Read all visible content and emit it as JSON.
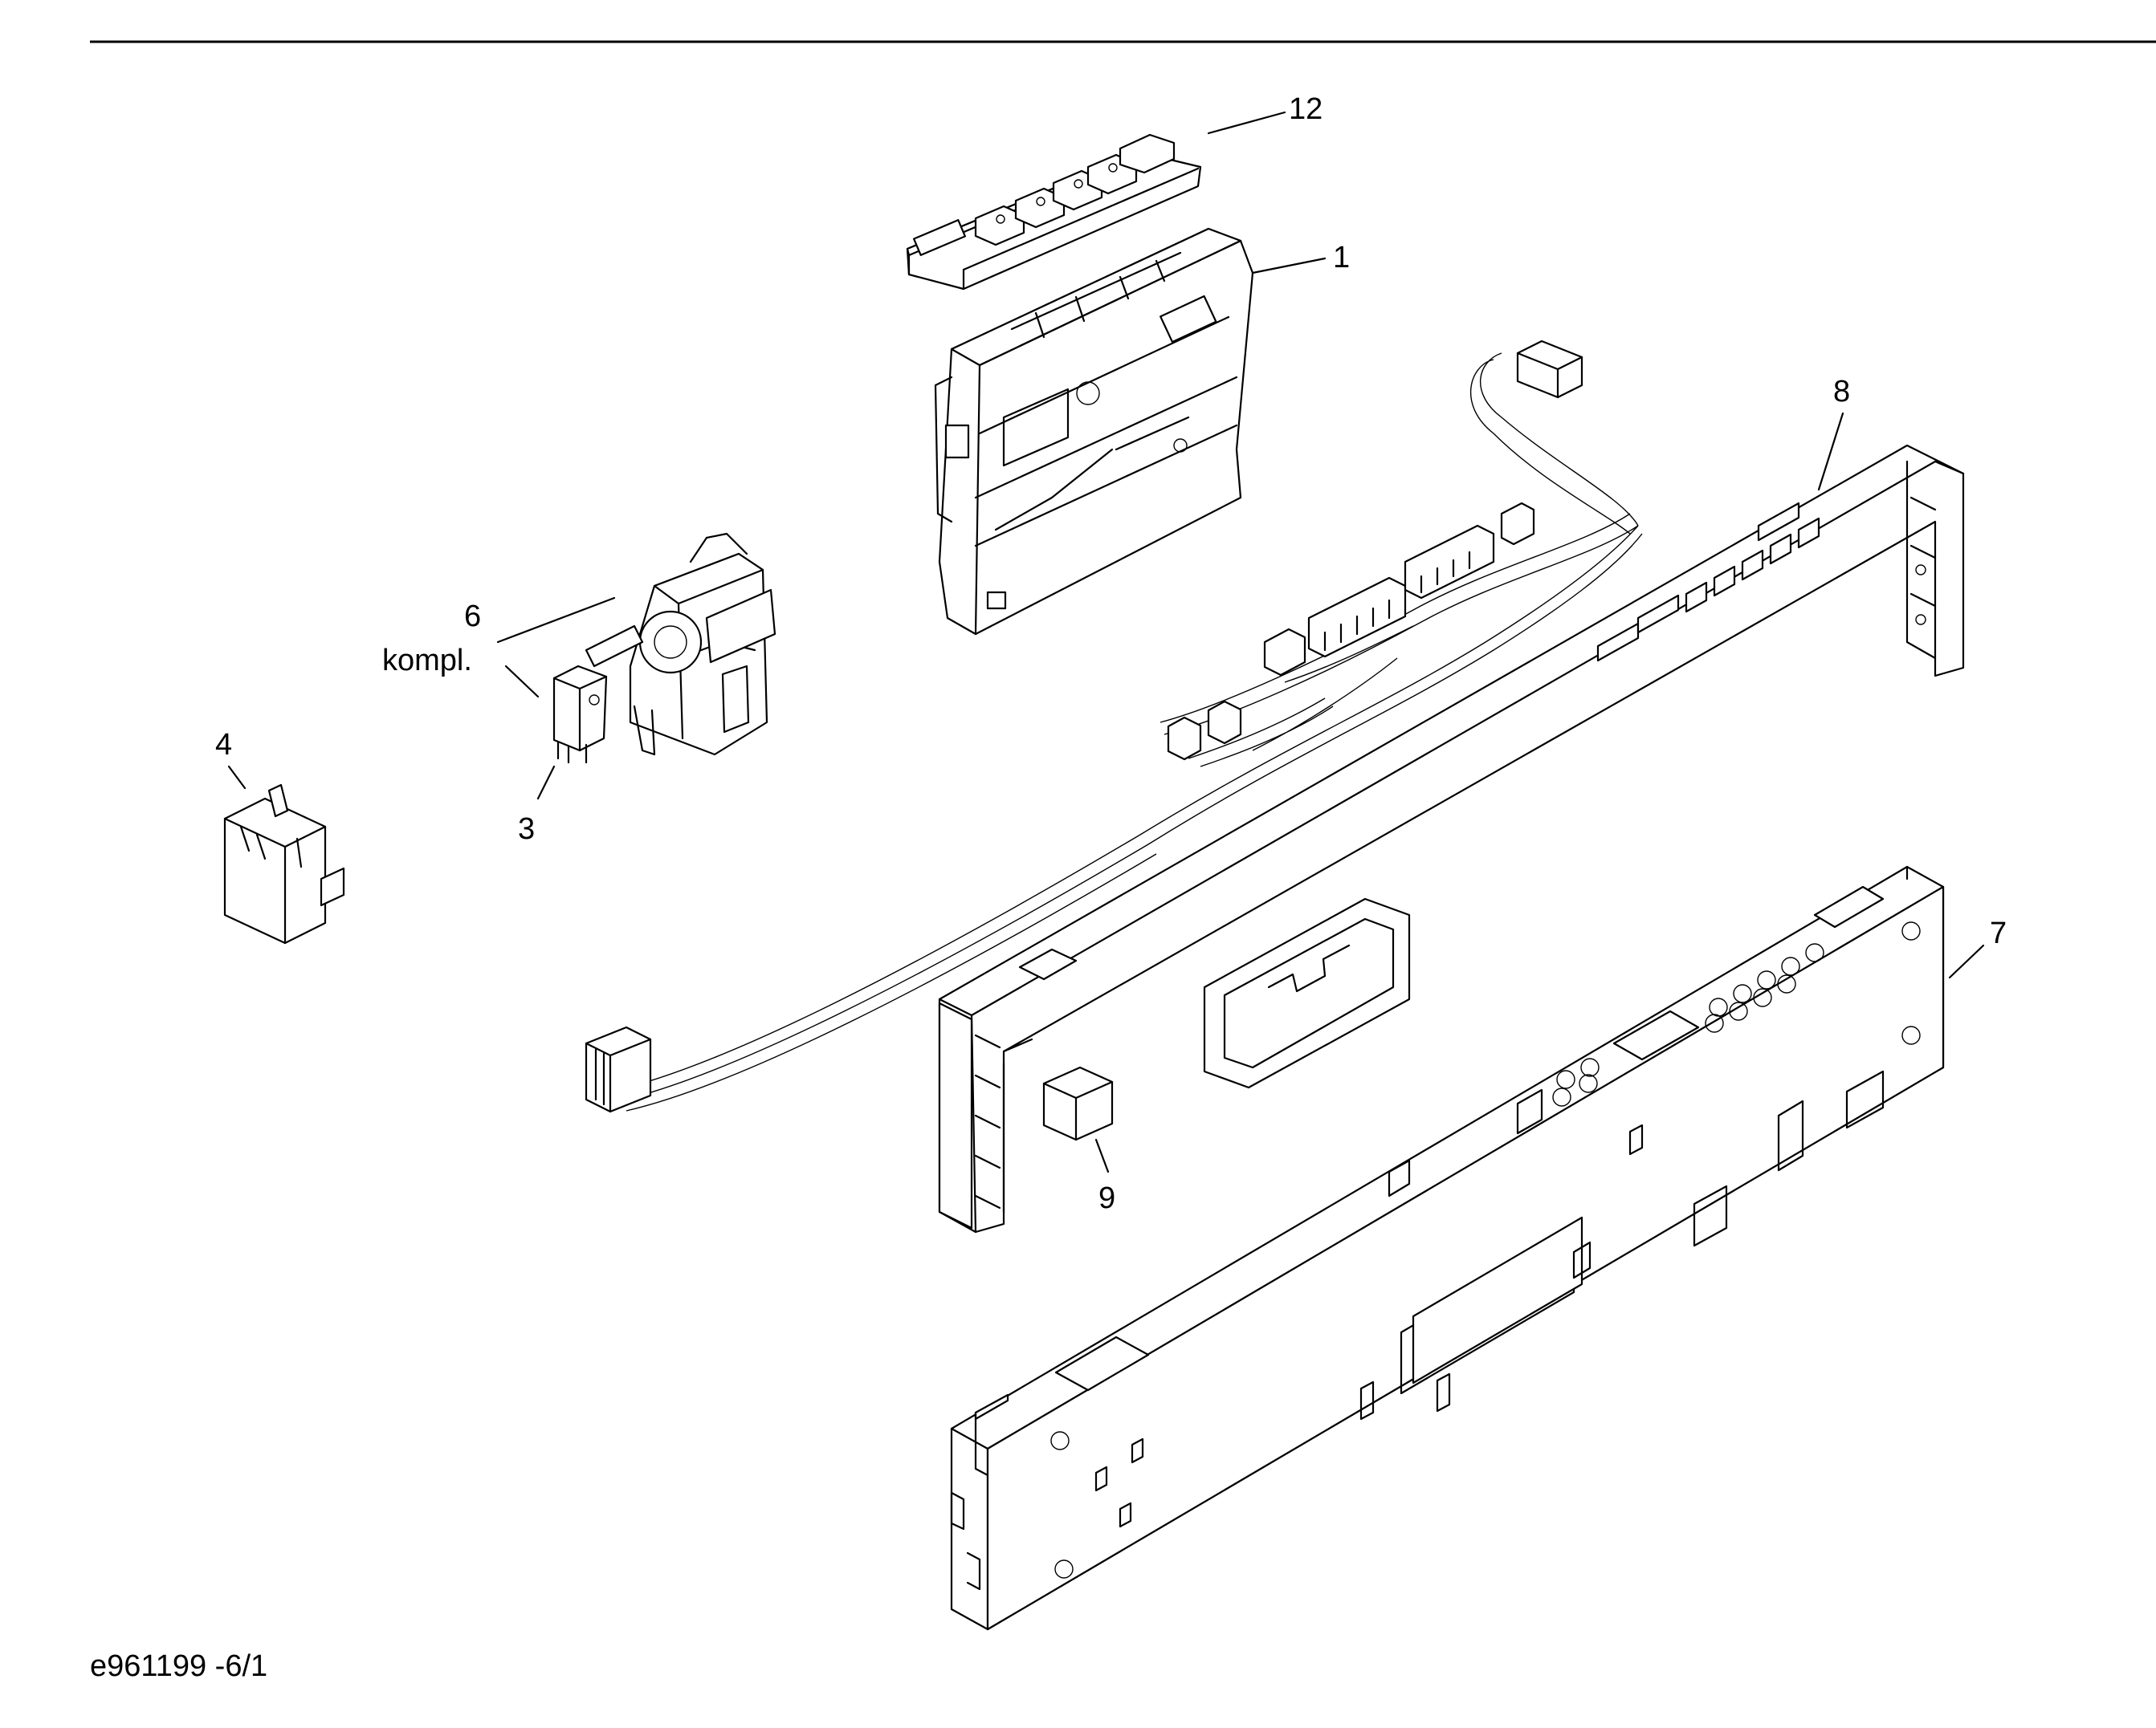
{
  "diagram": {
    "doc_code": "e961199 -6/1",
    "callouts": [
      {
        "id": "c12",
        "text": "12"
      },
      {
        "id": "c1",
        "text": "1"
      },
      {
        "id": "c8",
        "text": "8"
      },
      {
        "id": "c6",
        "text": "6"
      },
      {
        "id": "c6b",
        "text": "kompl."
      },
      {
        "id": "c4",
        "text": "4"
      },
      {
        "id": "c3",
        "text": "3"
      },
      {
        "id": "c7",
        "text": "7"
      },
      {
        "id": "c9",
        "text": "9"
      }
    ]
  }
}
